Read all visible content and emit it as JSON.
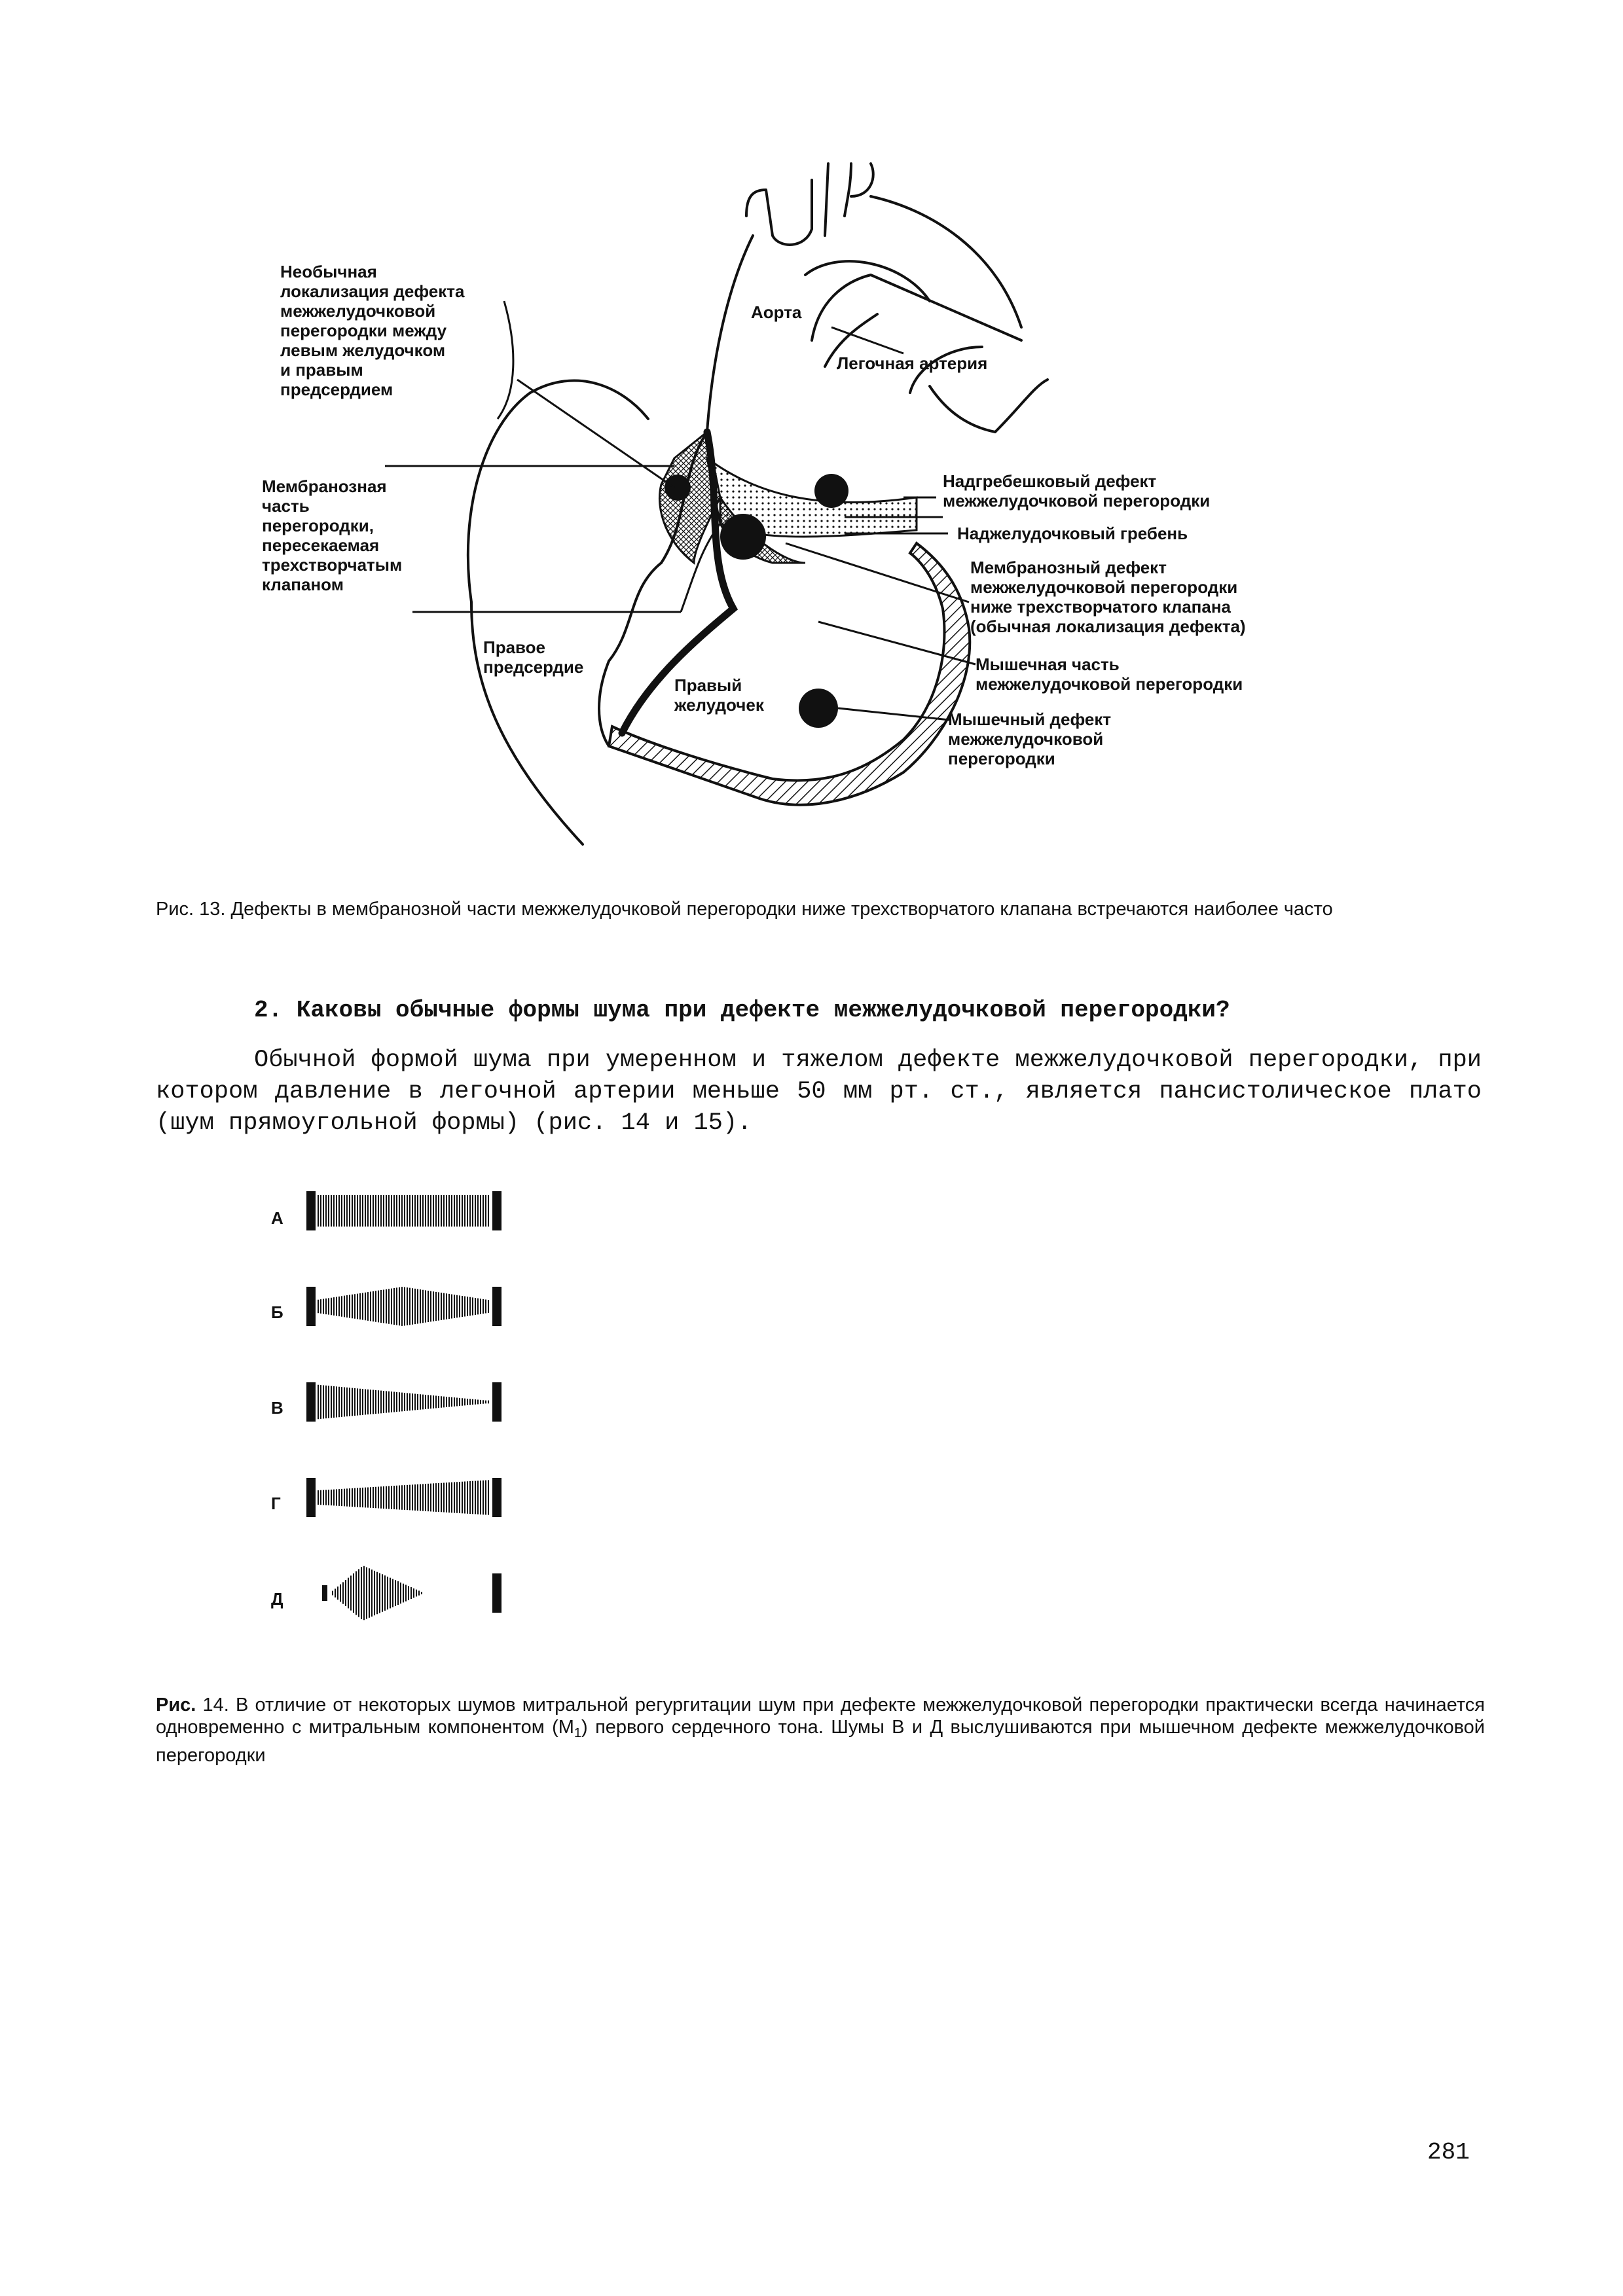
{
  "figure13": {
    "labels": {
      "unusual": [
        "Необычная",
        "локализация дефекта",
        "межжелудочковой",
        "перегородки между",
        "левым желудочком",
        "и правым",
        "предсердием"
      ],
      "membranous_part": [
        "Мембранозная",
        "часть",
        "перегородки,",
        "пересекаемая",
        "трехстворчатым",
        "клапаном"
      ],
      "right_atrium": [
        "Правое",
        "предсердие"
      ],
      "right_ventricle": [
        "Правый",
        "желудочек"
      ],
      "aorta": "Аорта",
      "pulmonary_artery": "Легочная артерия",
      "supracristal": [
        "Надгребешковый дефект",
        "межжелудочковой перегородки"
      ],
      "supraventricular_crest": "Наджелудочковый гребень",
      "membranous_defect": [
        "Мембранозный дефект",
        "межжелудочковой перегородки",
        "ниже трехстворчатого клапана",
        "(обычная локализация дефекта)"
      ],
      "muscular_part": [
        "Мышечная часть",
        "межжелудочковой перегородки"
      ],
      "muscular_defect": [
        "Мышечный дефект",
        "межжелудочковой",
        "перегородки"
      ]
    },
    "caption": "Рис. 13. Дефекты в мембранозной части межжелудочковой перегородки ниже трехстворчатого клапана встречаются наиболее часто"
  },
  "section": {
    "heading": "2. Каковы обычные формы шума при дефекте межжелудочковой перегородки?",
    "paragraph": "Обычной формой шума при умеренном и тяжелом дефекте межжелудочковой перегородки, при котором давление в легочной артерии меньше 50 мм рт. ст., является пансистолическое плато (шум прямоугольной формы) (рис. 14 и 15)."
  },
  "figure14": {
    "murmurs": [
      {
        "letter": "А",
        "shape": "plateau"
      },
      {
        "letter": "Б",
        "shape": "crescendo-decrescendo"
      },
      {
        "letter": "В",
        "shape": "decrescendo"
      },
      {
        "letter": "Г",
        "shape": "crescendo"
      },
      {
        "letter": "Д",
        "shape": "early-diamond"
      }
    ],
    "caption_bold": "Рис.",
    "caption_part1": " 14. В отличие от некоторых шумов митральной регургитации шум при дефекте межжелудочковой перегородки практически всегда начинается одновременно с митральным компонентом (М",
    "caption_sub": "1",
    "caption_part2": ") первого сердечного тона. Шумы В и Д выслушиваются при мышечном дефекте межжелудочковой перегородки"
  },
  "page_number": "281"
}
